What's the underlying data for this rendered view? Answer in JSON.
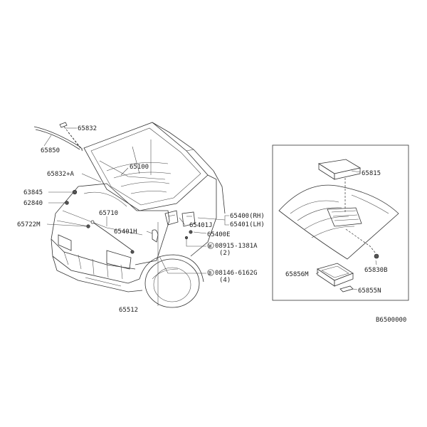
{
  "diagram": {
    "code": "B6500000",
    "labels": {
      "p65832": "65832",
      "p65850": "65850",
      "p65100": "65100",
      "p65832a": "65832+A",
      "p63845": "63845",
      "p62840": "62840",
      "p65710": "65710",
      "p65722m": "65722M",
      "p65401h": "65401H",
      "p65400rh": "65400(RH)",
      "p65401lh": "65401(LH)",
      "p65401j": "65401J",
      "p65400e": "65400E",
      "p08915": "08915-1381A",
      "p08915qty": "(2)",
      "p08146": "08146-6162G",
      "p08146qty": "(4)",
      "p65512": "65512",
      "p65815": "65815",
      "p65830b": "65830B",
      "p65856m": "65856M",
      "p65855n": "65855N"
    },
    "symbols": {
      "washer": "W",
      "bolt": "B"
    }
  }
}
